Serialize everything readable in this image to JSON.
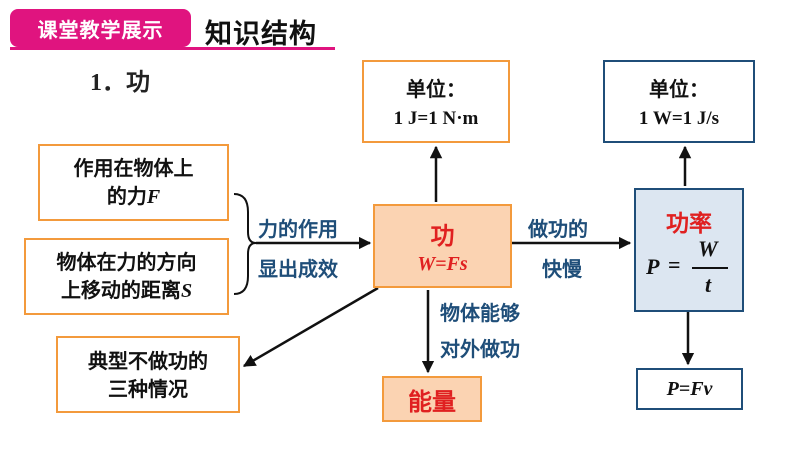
{
  "header": {
    "badge": "课堂教学展示",
    "title": "知识结构",
    "section": "1．功"
  },
  "units": {
    "work_label": "单位：",
    "work_value": "1 J=1 N·m",
    "power_label": "单位：",
    "power_value": "1 W=1 J/s"
  },
  "conditions": {
    "force_line1": "作用在物体上",
    "force_line2": "的力",
    "force_symbol": "F",
    "distance_line1": "物体在力的方向",
    "distance_line2": "上移动的距离",
    "distance_symbol": "S"
  },
  "links": {
    "force_effect_1": "力的作用",
    "force_effect_2": "显出成效",
    "speed_1": "做功的",
    "speed_2": "快慢",
    "energy_1": "物体能够",
    "energy_2": "对外做功"
  },
  "work": {
    "title": "功",
    "formula": "W=Fs"
  },
  "power": {
    "title": "功率",
    "lhs": "P",
    "eq": "=",
    "numerator": "W",
    "denominator": "t",
    "alt_formula": "P=Fv"
  },
  "no_work": {
    "line1": "典型不做功的",
    "line2": "三种情况"
  },
  "energy": {
    "label": "能量"
  },
  "colors": {
    "badge": "#e0147f",
    "orange_border": "#f39a3c",
    "peach_fill": "#fbd3b2",
    "navy": "#1f4e79",
    "light_blue_fill": "#dce6f1",
    "red_text": "#e02020"
  }
}
